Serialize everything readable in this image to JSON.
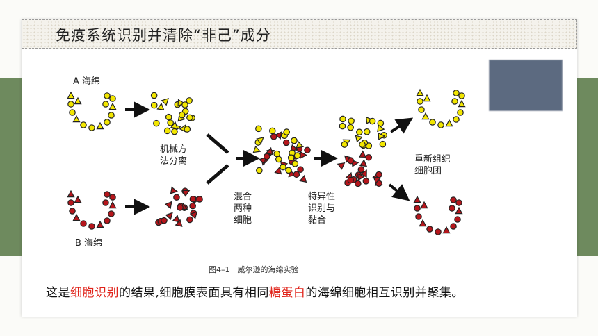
{
  "title": "免疫系统识别并清除“非己”成分",
  "labels": {
    "a_sponge": "A 海绵",
    "b_sponge": "B 海绵",
    "mechanical": [
      "机械方",
      "法分离"
    ],
    "mix": [
      "混合",
      "两种",
      "细胞"
    ],
    "specific": [
      "特异性",
      "识别与",
      "黏合"
    ],
    "reorganize": [
      "重新组织",
      "细胞团"
    ]
  },
  "caption": "图4–1　威尔逊的海绵实验",
  "bottom": {
    "part1": "这是",
    "highlight1": "细胞识别",
    "part2": "的结果,细胞膜表面具有相同",
    "highlight2": "糖蛋白",
    "part3": "的海绵细胞相互识别并聚集。"
  },
  "colors": {
    "yellow_cell": "#f2e600",
    "red_cell": "#b5161c",
    "highlight": "#e0241b",
    "band": "#6e8a5e"
  }
}
